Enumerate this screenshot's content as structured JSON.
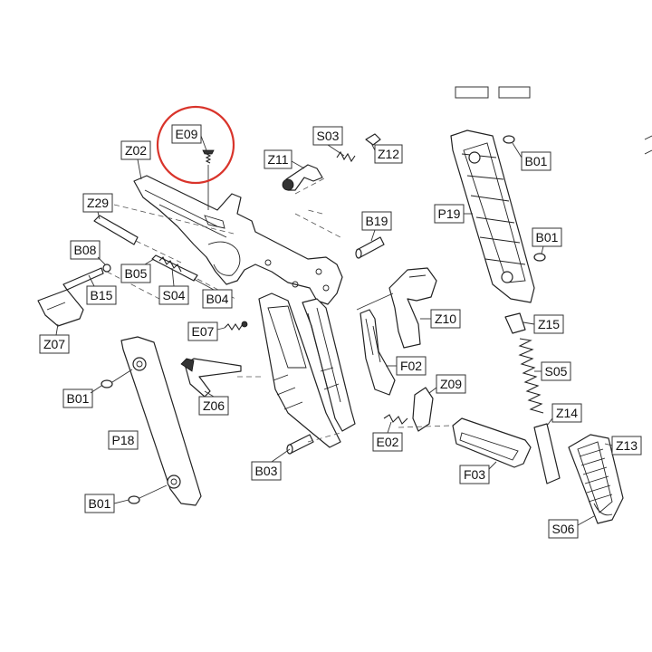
{
  "highlight_color": "#d9342b",
  "labels": [
    {
      "id": "E09",
      "text": "E09"
    },
    {
      "id": "S03",
      "text": "S03"
    },
    {
      "id": "Z02",
      "text": "Z02"
    },
    {
      "id": "Z11",
      "text": "Z11"
    },
    {
      "id": "Z12",
      "text": "Z12"
    },
    {
      "id": "B01a",
      "text": "B01"
    },
    {
      "id": "Z29",
      "text": "Z29"
    },
    {
      "id": "B19",
      "text": "B19"
    },
    {
      "id": "P19",
      "text": "P19"
    },
    {
      "id": "B08",
      "text": "B08"
    },
    {
      "id": "B05",
      "text": "B05"
    },
    {
      "id": "B01b",
      "text": "B01"
    },
    {
      "id": "B15",
      "text": "B15"
    },
    {
      "id": "S04",
      "text": "S04"
    },
    {
      "id": "B04",
      "text": "B04"
    },
    {
      "id": "Z10",
      "text": "Z10"
    },
    {
      "id": "Z15",
      "text": "Z15"
    },
    {
      "id": "E07",
      "text": "E07"
    },
    {
      "id": "Z07",
      "text": "Z07"
    },
    {
      "id": "S05",
      "text": "S05"
    },
    {
      "id": "F02",
      "text": "F02"
    },
    {
      "id": "B01c",
      "text": "B01"
    },
    {
      "id": "Z09",
      "text": "Z09"
    },
    {
      "id": "Z06",
      "text": "Z06"
    },
    {
      "id": "Z14",
      "text": "Z14"
    },
    {
      "id": "P18",
      "text": "P18"
    },
    {
      "id": "E02",
      "text": "E02"
    },
    {
      "id": "Z13",
      "text": "Z13"
    },
    {
      "id": "F03",
      "text": "F03"
    },
    {
      "id": "B03",
      "text": "B03"
    },
    {
      "id": "B01d",
      "text": "B01"
    },
    {
      "id": "S06",
      "text": "S06"
    }
  ]
}
